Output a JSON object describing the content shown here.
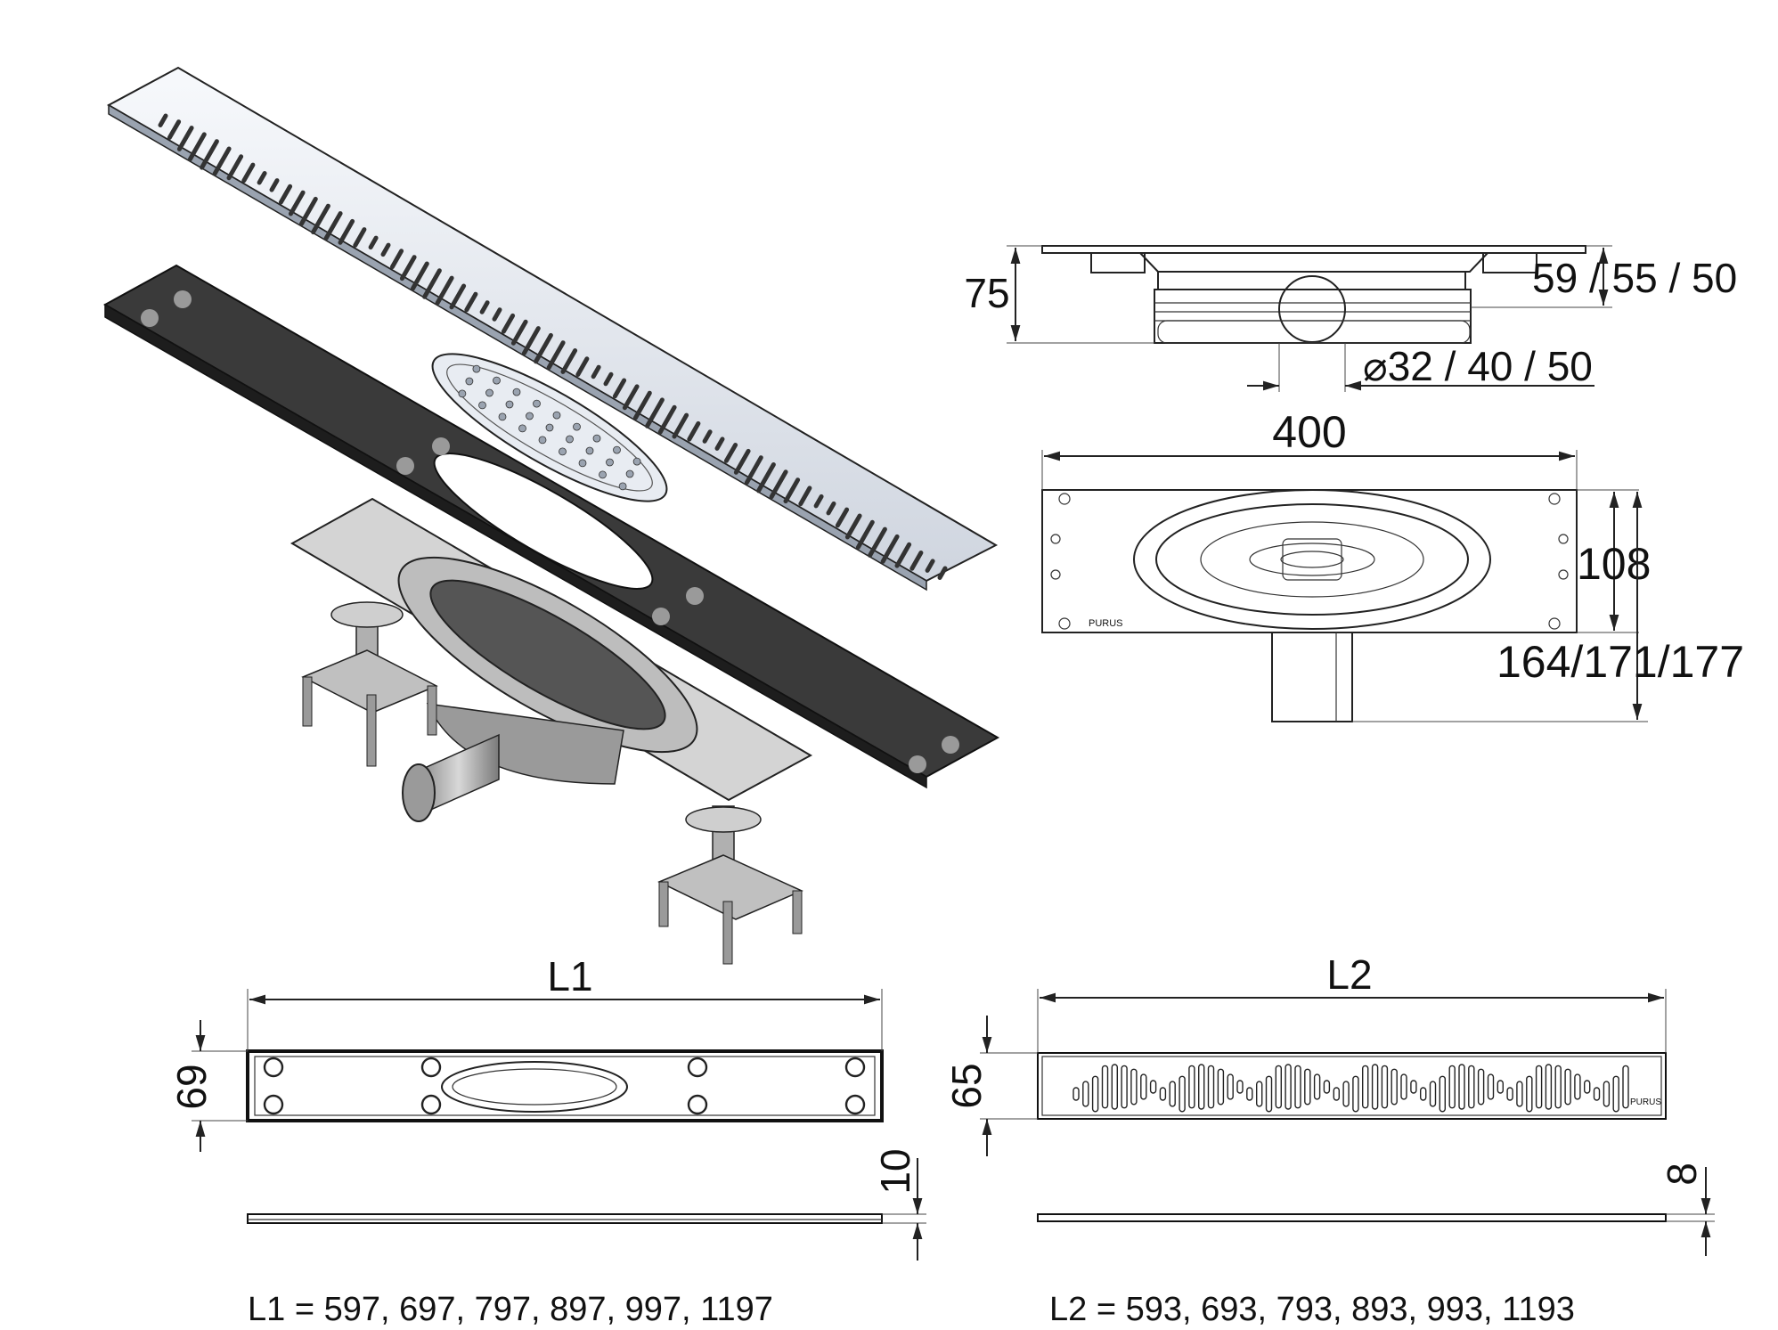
{
  "labels": {
    "side_height": "75",
    "side_heights_alt": "59 / 55 / 50",
    "outlet_diameter": "⌀32 / 40 / 50",
    "top_width": "400",
    "top_depth": "108",
    "top_depth_alt": "164/171/177",
    "frame_length": "L1",
    "frame_height": "69",
    "frame_thickness": "10",
    "grate_length": "L2",
    "grate_height": "65",
    "grate_thickness": "8",
    "brand_mark": "PURUS"
  },
  "captions": {
    "l1_values": "L1 = 597, 697, 797, 897, 997, 1197",
    "l2_values": "L2 = 593, 693, 793, 893, 993, 1193"
  },
  "colors": {
    "line": "#222222",
    "frame_fill": "#3a3a3a",
    "grate_fill": "#eef1f6",
    "metal_fill": "#c8c8c8"
  }
}
